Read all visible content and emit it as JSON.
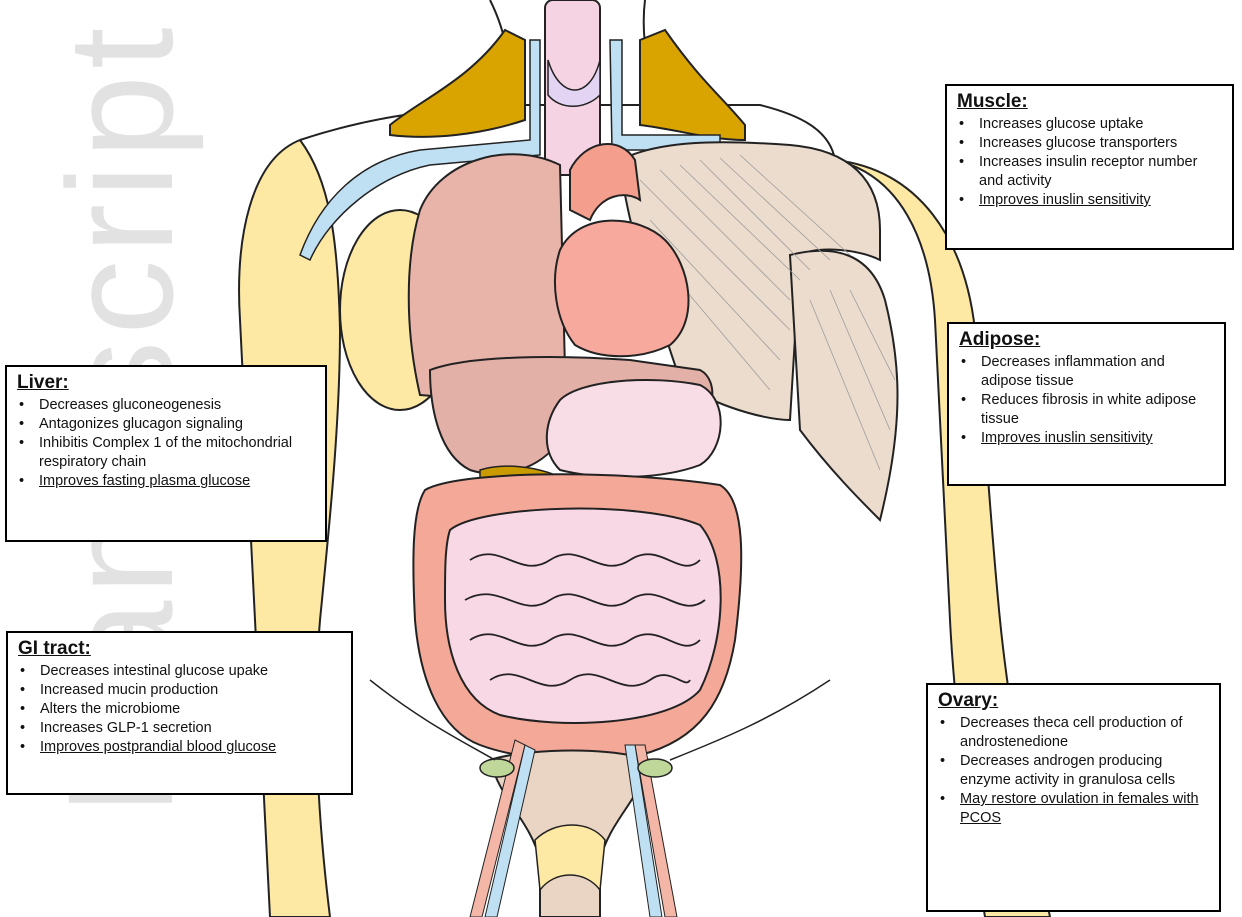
{
  "watermark": "Manuscript",
  "boxes": {
    "liver": {
      "title": "Liver:",
      "items": [
        "Decreases gluconeogenesis",
        "Antagonizes glucagon signaling",
        "Inhibitis Complex 1 of the mitochondrial respiratory chain"
      ],
      "key": "Improves fasting plasma glucose"
    },
    "gi": {
      "title": "GI tract:",
      "items": [
        "Decreases intestinal glucose upake",
        "Increased mucin production",
        "Alters the microbiome",
        "Increases GLP-1 secretion"
      ],
      "key": "Improves postprandial blood glucose"
    },
    "muscle": {
      "title": "Muscle:",
      "items": [
        "Increases glucose uptake",
        "Increases glucose transporters",
        "Increases insulin receptor number and activity"
      ],
      "key": "Improves inuslin sensitivity"
    },
    "adipose": {
      "title": "Adipose:",
      "items": [
        "Decreases inflammation and adipose tissue",
        "Reduces fibrosis in white adipose tissue"
      ],
      "key": "Improves inuslin sensitivity"
    },
    "ovary": {
      "title": "Ovary:",
      "items": [
        "Decreases theca cell production of androstenedione",
        "Decreases androgen producing enzyme activity in granulosa cells"
      ],
      "key": "May restore ovulation in females with PCOS"
    }
  },
  "colors": {
    "fat": "#fde9a4",
    "bone": "#d9a300",
    "vein": "#bfe0f2",
    "artery": "#f4b6a6",
    "lung": "#e8b4aa",
    "liver": "#e3b0a8",
    "heart": "#f7a99d",
    "stomach": "#f8dce6",
    "colon": "#f3a898",
    "intestine": "#f9d8e6",
    "muscle": "#ecdccd",
    "ovary": "#bfd89a",
    "pelvis": "#ead5c4"
  }
}
